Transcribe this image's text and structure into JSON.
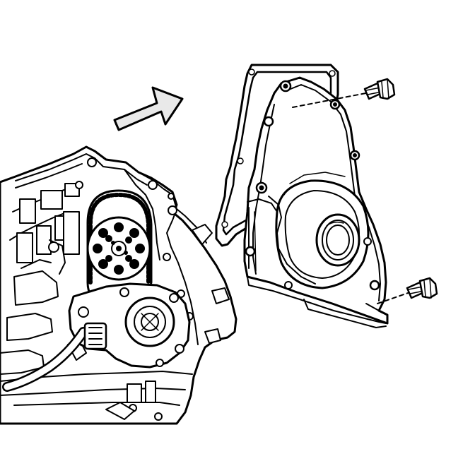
{
  "figure": {
    "kind": "exploded-view line drawing",
    "parts": {
      "engine_block": "engine-block",
      "timing_sprocket": "timing-sprocket",
      "timing_chain": "timing-chain",
      "oil_pump": "oil-pump",
      "gasket": "front-cover-gasket",
      "front_cover": "engine-front-cover",
      "crank_seal": "crankshaft-front-seal",
      "bolt_top": "cover-bolt-upper",
      "bolt_bottom": "cover-bolt-lower",
      "direction_arrow": "installation-direction-arrow"
    },
    "colors": {
      "line": "#000000",
      "fill": "#ffffff",
      "arrow_fill": "#e9e9e9"
    }
  }
}
